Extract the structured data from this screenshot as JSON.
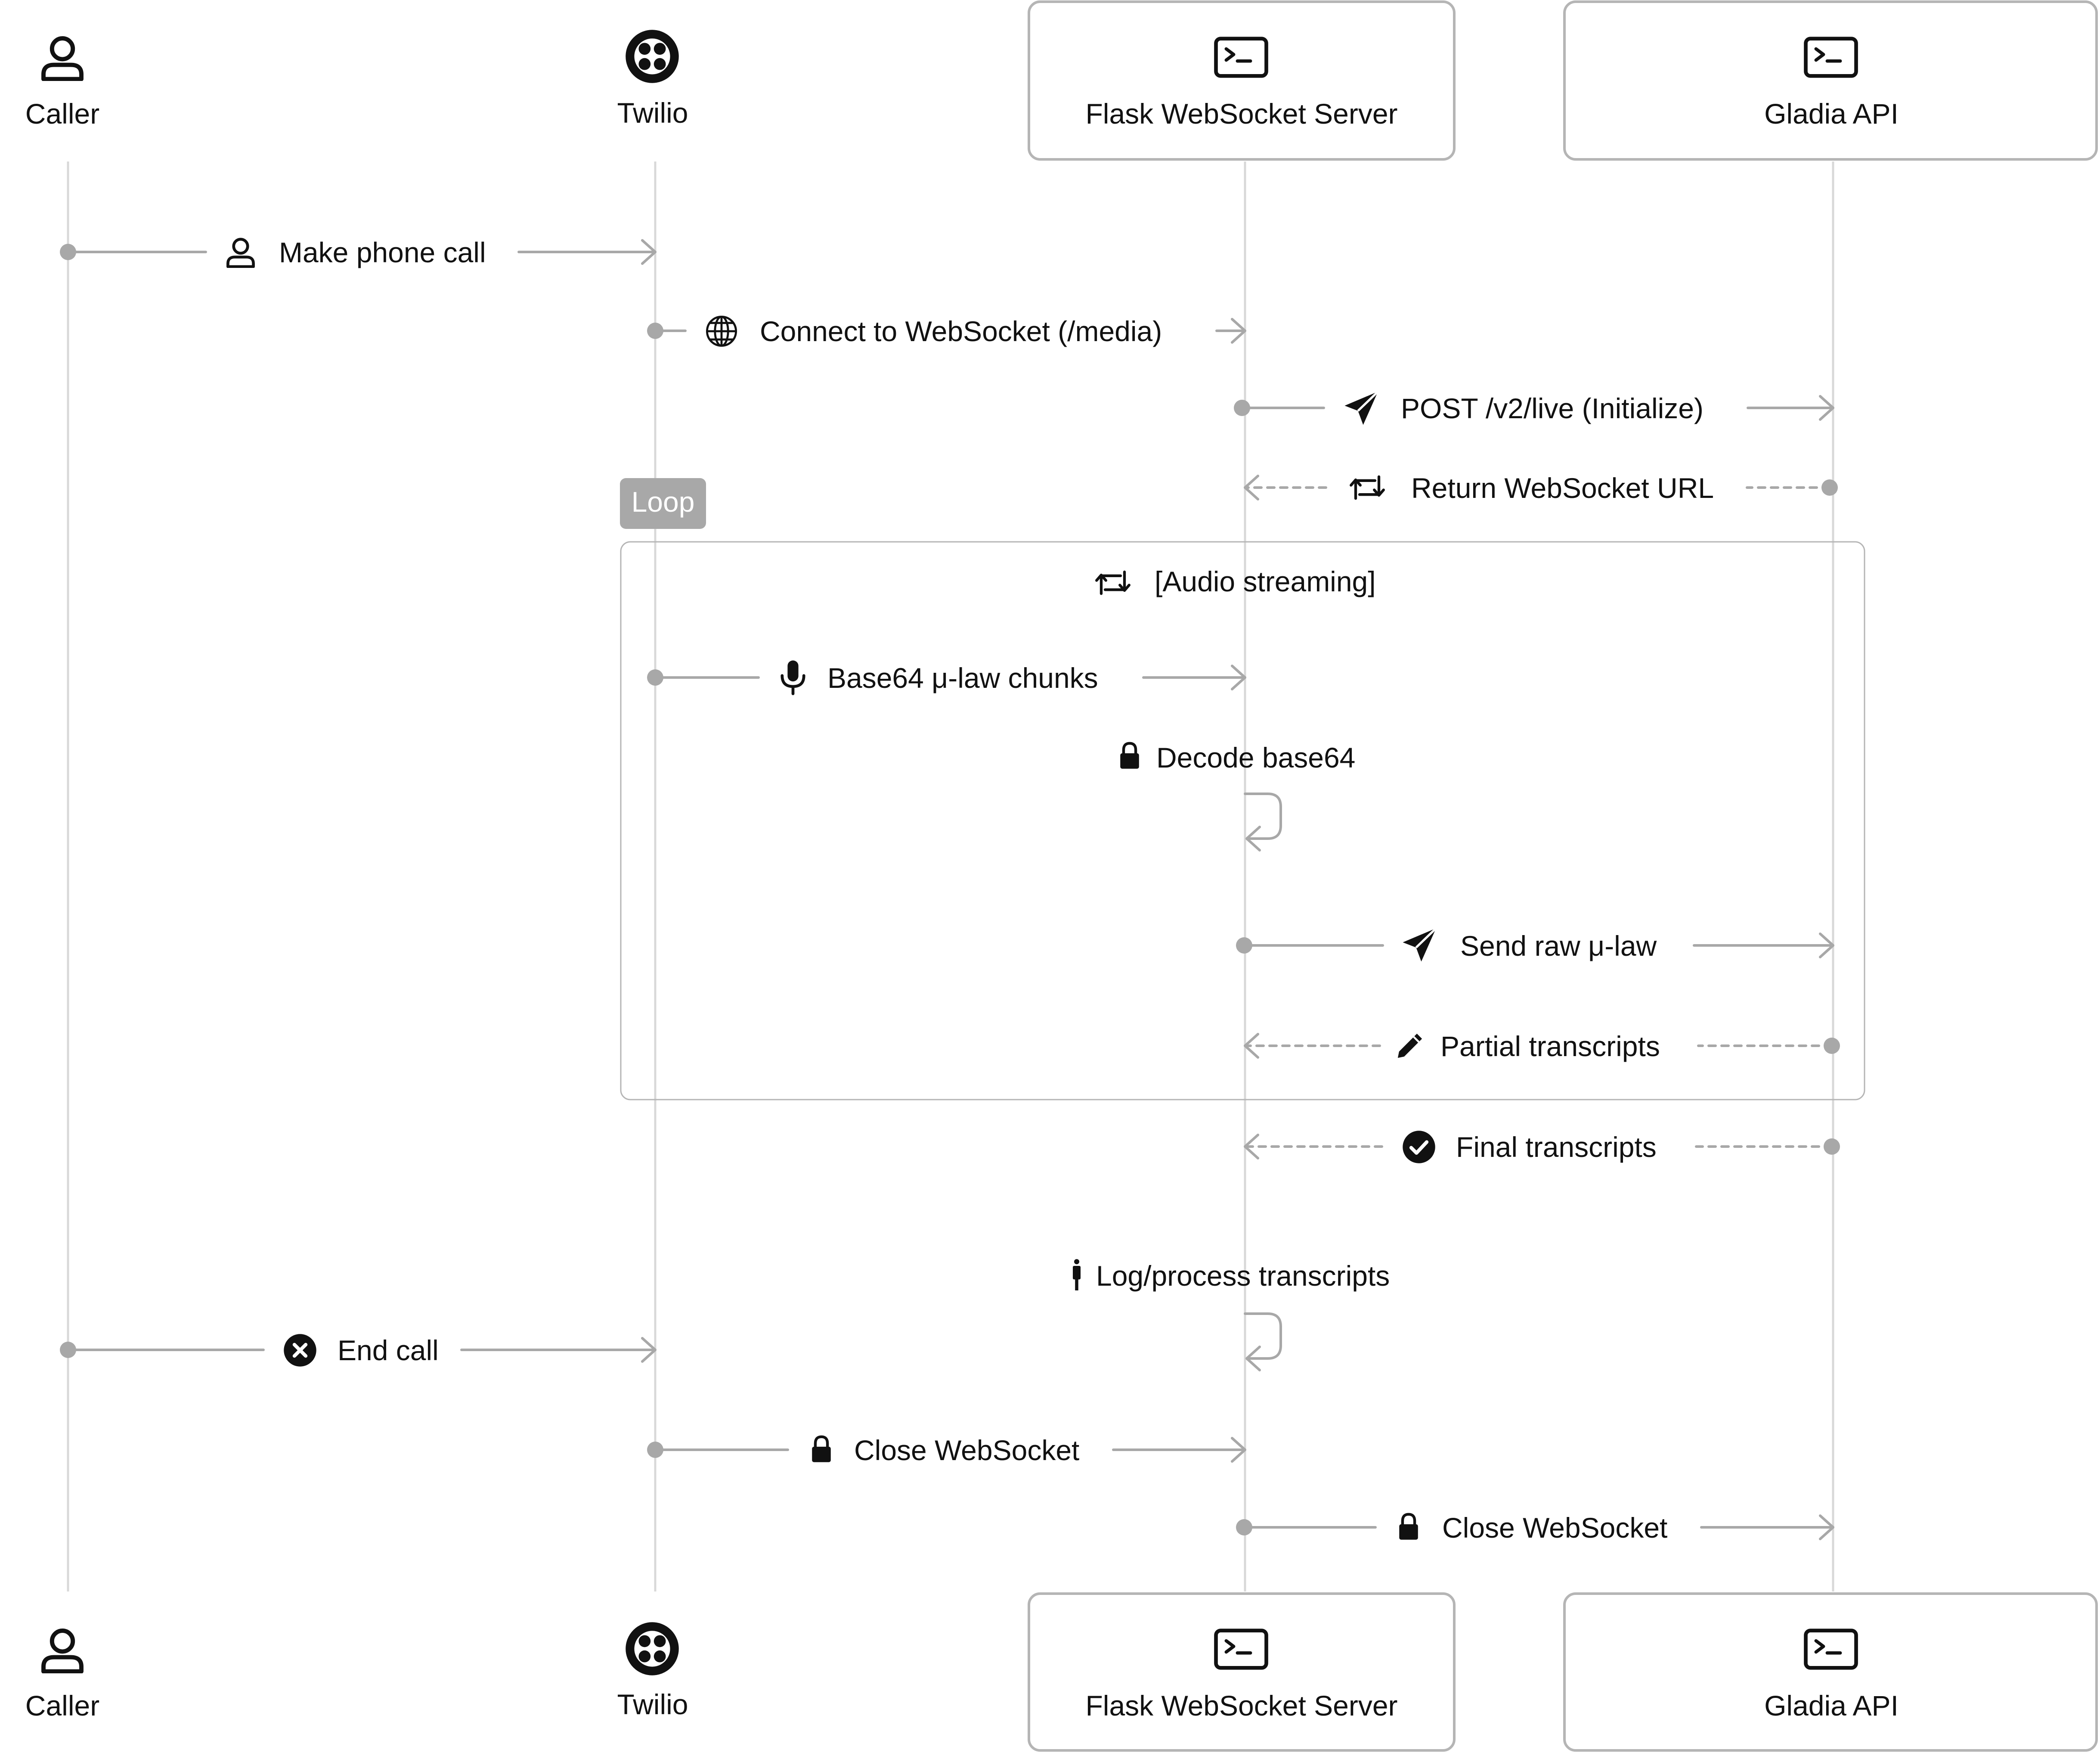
{
  "participants": {
    "caller": {
      "label": "Caller",
      "icon": "person-icon"
    },
    "twilio": {
      "label": "Twilio",
      "icon": "twilio-logo-icon"
    },
    "flask": {
      "label": "Flask WebSocket Server",
      "icon": "terminal-icon"
    },
    "gladia": {
      "label": "Gladia API",
      "icon": "terminal-icon"
    }
  },
  "loop": {
    "tag": "Loop",
    "condition": "[Audio streaming]",
    "icon": "repeat-icon"
  },
  "messages": {
    "make_call": {
      "label": "Make phone call",
      "icon": "person-icon",
      "style": "solid"
    },
    "connect_ws": {
      "label": "Connect to WebSocket (/media)",
      "icon": "globe-icon",
      "style": "solid"
    },
    "post_live": {
      "label": "POST /v2/live (Initialize)",
      "icon": "send-icon",
      "style": "solid"
    },
    "return_url": {
      "label": "Return WebSocket URL",
      "icon": "repeat-icon",
      "style": "dashed"
    },
    "audio_chunks": {
      "label": "Base64 μ-law chunks",
      "icon": "microphone-icon",
      "style": "solid"
    },
    "decode": {
      "label": "Decode base64",
      "icon": "lock-icon",
      "style": "self"
    },
    "send_raw": {
      "label": "Send raw μ-law",
      "icon": "send-icon",
      "style": "solid"
    },
    "partial": {
      "label": "Partial transcripts",
      "icon": "pencil-icon",
      "style": "dashed"
    },
    "final": {
      "label": "Final transcripts",
      "icon": "check-circle-icon",
      "style": "dashed"
    },
    "log_process": {
      "label": "Log/process transcripts",
      "icon": "person-standing-icon",
      "style": "self"
    },
    "end_call": {
      "label": "End call",
      "icon": "x-circle-icon",
      "style": "solid"
    },
    "close_ws_1": {
      "label": "Close WebSocket",
      "icon": "lock-icon",
      "style": "solid"
    },
    "close_ws_2": {
      "label": "Close WebSocket",
      "icon": "lock-icon",
      "style": "solid"
    }
  },
  "colors": {
    "line": "#a8a8a8",
    "lifeline": "#d8d8d8",
    "box_border": "#b5b5b5",
    "loop_tag_bg": "#a8a8a8",
    "text": "#111111"
  }
}
